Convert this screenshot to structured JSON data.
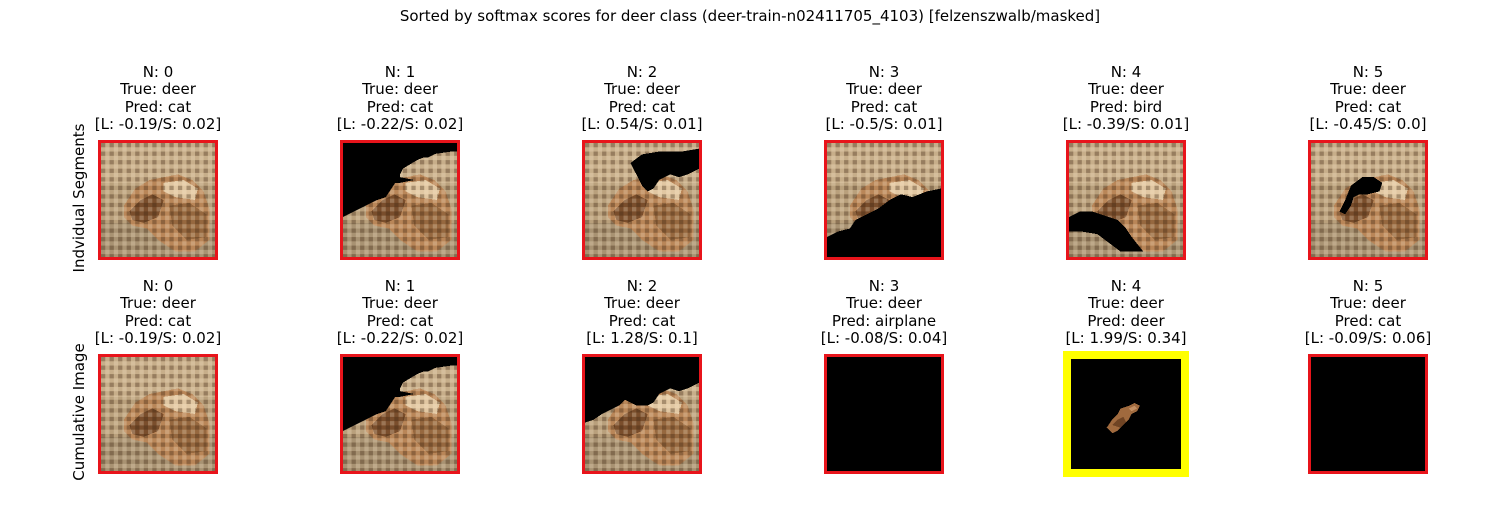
{
  "figure": {
    "title": "Sorted by softmax scores for deer class (deer-train-n02411705_4103) [felzenszwalb/masked]",
    "row_labels": [
      "Indvidual Segments",
      "Cumulative Image"
    ],
    "colors": {
      "normal_border": "#e8141b",
      "highlight_border": "#ffff00",
      "mask": "#000000"
    }
  },
  "rows": [
    {
      "panels": [
        {
          "n": "N: 0",
          "true_label": "True: deer",
          "pred": "Pred: cat",
          "scores": "[L: -0.19/S: 0.02]",
          "highlight": false
        },
        {
          "n": "N: 1",
          "true_label": "True: deer",
          "pred": "Pred: cat",
          "scores": "[L: -0.22/S: 0.02]",
          "highlight": false
        },
        {
          "n": "N: 2",
          "true_label": "True: deer",
          "pred": "Pred: cat",
          "scores": "[L: 0.54/S: 0.01]",
          "highlight": false
        },
        {
          "n": "N: 3",
          "true_label": "True: deer",
          "pred": "Pred: cat",
          "scores": "[L: -0.5/S: 0.01]",
          "highlight": false
        },
        {
          "n": "N: 4",
          "true_label": "True: deer",
          "pred": "Pred: bird",
          "scores": "[L: -0.39/S: 0.01]",
          "highlight": false
        },
        {
          "n": "N: 5",
          "true_label": "True: deer",
          "pred": "Pred: cat",
          "scores": "[L: -0.45/S: 0.0]",
          "highlight": false
        }
      ]
    },
    {
      "panels": [
        {
          "n": "N: 0",
          "true_label": "True: deer",
          "pred": "Pred: cat",
          "scores": "[L: -0.19/S: 0.02]",
          "highlight": false
        },
        {
          "n": "N: 1",
          "true_label": "True: deer",
          "pred": "Pred: cat",
          "scores": "[L: -0.22/S: 0.02]",
          "highlight": false
        },
        {
          "n": "N: 2",
          "true_label": "True: deer",
          "pred": "Pred: cat",
          "scores": "[L: 1.28/S: 0.1]",
          "highlight": false
        },
        {
          "n": "N: 3",
          "true_label": "True: deer",
          "pred": "Pred: airplane",
          "scores": "[L: -0.08/S: 0.04]",
          "highlight": false
        },
        {
          "n": "N: 4",
          "true_label": "True: deer",
          "pred": "Pred: deer",
          "scores": "[L: 1.99/S: 0.34]",
          "highlight": true
        },
        {
          "n": "N: 5",
          "true_label": "True: deer",
          "pred": "Pred: cat",
          "scores": "[L: -0.09/S: 0.06]",
          "highlight": false
        }
      ]
    }
  ]
}
